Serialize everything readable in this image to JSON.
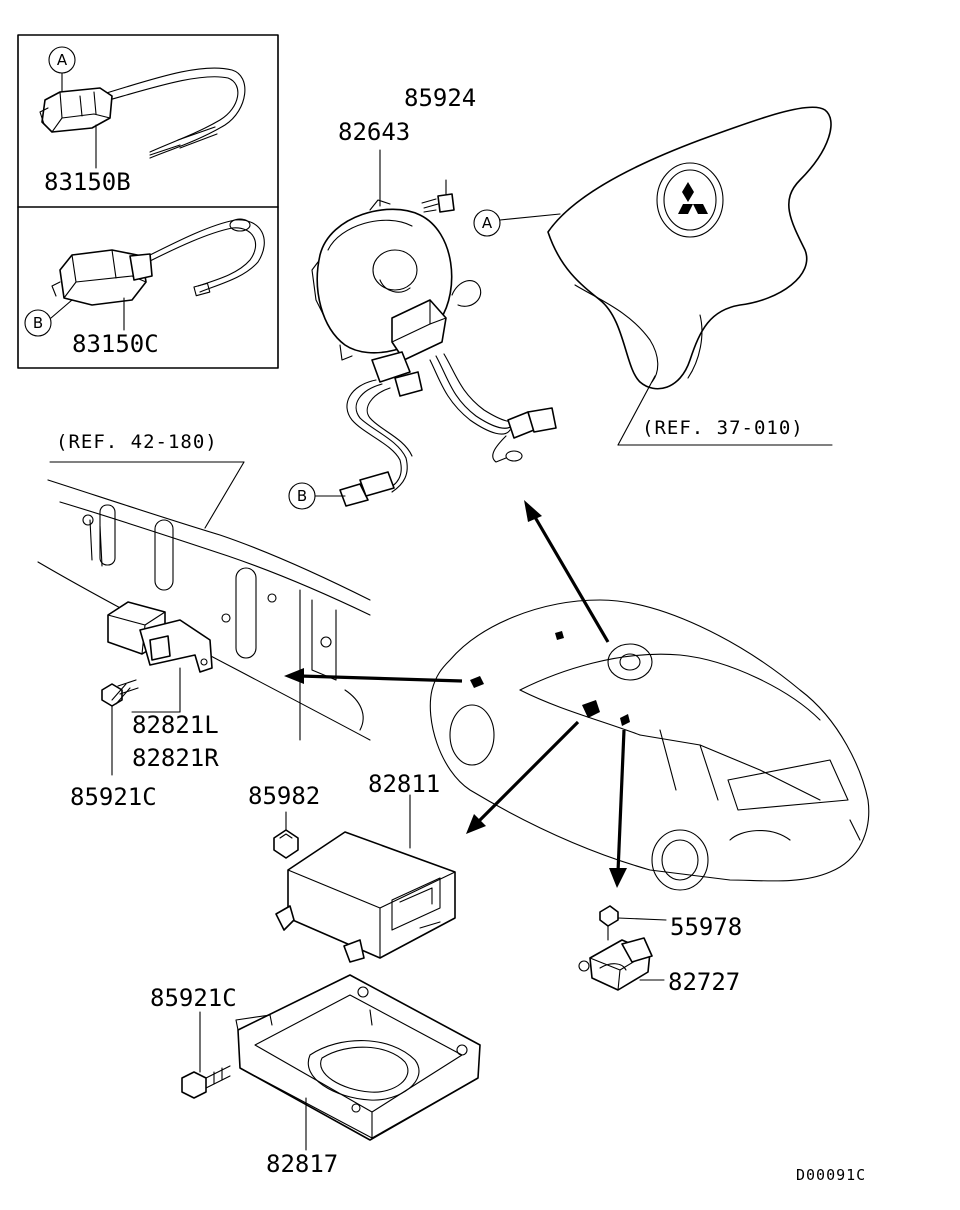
{
  "labels": {
    "p83150B": "83150B",
    "p83150C": "83150C",
    "p82643": "82643",
    "p85924": "85924",
    "p82821L": "82821L",
    "p82821R": "82821R",
    "p85921C_top": "85921C",
    "p85982": "85982",
    "p82811": "82811",
    "p55978": "55978",
    "p82727": "82727",
    "p85921C_bottom": "85921C",
    "p82817": "82817"
  },
  "references": {
    "ref_42_180": "(REF. 42-180)",
    "ref_37_010": "(REF. 37-010)"
  },
  "callouts": {
    "a": "A",
    "b": "B"
  },
  "drawing_code": "D00091C"
}
